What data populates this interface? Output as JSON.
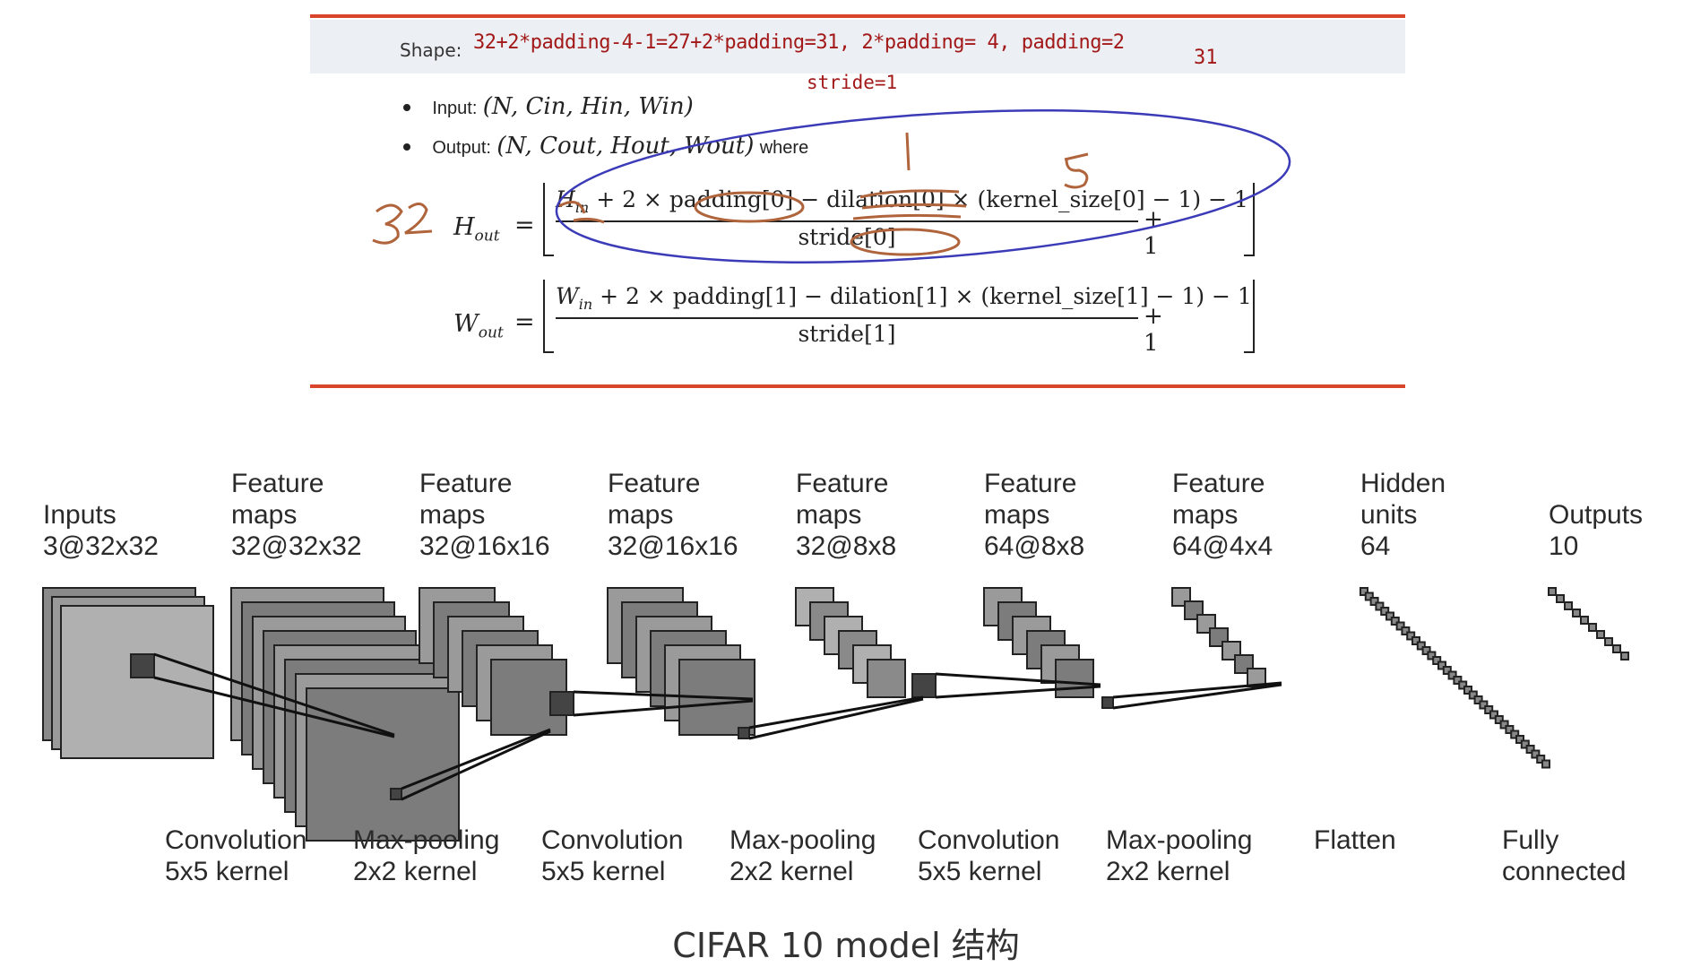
{
  "doc": {
    "shape_label": "Shape:",
    "shape_text": "32+2*padding-4-1=27+2*padding=31, 2*padding= 4, padding=2",
    "shape_note": "31",
    "stride_note": "stride=1",
    "bullet_input_label": "Input:",
    "bullet_input_math": "(N, Cin, Hin, Win)",
    "bullet_output_label": "Output:",
    "bullet_output_math": "(N, Cout, Hout, Wout)",
    "bullet_output_suffix": "where",
    "handwritten": {
      "left": "32",
      "top_mid": "1",
      "top_right": "5"
    },
    "formulas": {
      "h_numerator": "+ 2 × padding[0] − dilation[0] × (kernel_size[0] − 1) − 1",
      "h_denominator": "stride[0]",
      "w_numerator": "+ 2 × padding[1] − dilation[1] × (kernel_size[1] − 1) − 1",
      "w_denominator": "stride[1]",
      "plus_one": "+ 1",
      "equals": "="
    }
  },
  "diagram": {
    "columns": [
      {
        "title1": "",
        "title2": "Inputs",
        "title3": "3@32x32"
      },
      {
        "title1": "Feature",
        "title2": "maps",
        "title3": "32@32x32"
      },
      {
        "title1": "Feature",
        "title2": "maps",
        "title3": "32@16x16"
      },
      {
        "title1": "Feature",
        "title2": "maps",
        "title3": "32@16x16"
      },
      {
        "title1": "Feature",
        "title2": "maps",
        "title3": "32@8x8"
      },
      {
        "title1": "Feature",
        "title2": "maps",
        "title3": "64@8x8"
      },
      {
        "title1": "Feature",
        "title2": "maps",
        "title3": "64@4x4"
      },
      {
        "title1": "Hidden",
        "title2": "units",
        "title3": "64"
      },
      {
        "title1": "",
        "title2": "Outputs",
        "title3": "10"
      }
    ],
    "operations": [
      {
        "line1": "Convolution",
        "line2": "5x5 kernel"
      },
      {
        "line1": "Max-pooling",
        "line2": "2x2 kernel"
      },
      {
        "line1": "Convolution",
        "line2": "5x5 kernel"
      },
      {
        "line1": "Max-pooling",
        "line2": "2x2 kernel"
      },
      {
        "line1": "Convolution",
        "line2": "5x5 kernel"
      },
      {
        "line1": "Max-pooling",
        "line2": "2x2 kernel"
      },
      {
        "line1": "Flatten",
        "line2": ""
      },
      {
        "line1": "Fully",
        "line2": "connected"
      }
    ],
    "caption": "CIFAR 10 model 结构"
  },
  "colors": {
    "rule": "#d8442c",
    "shape_text": "#a31919",
    "ink_blue": "#3b3bb8",
    "ink_brown": "#b0643c"
  }
}
